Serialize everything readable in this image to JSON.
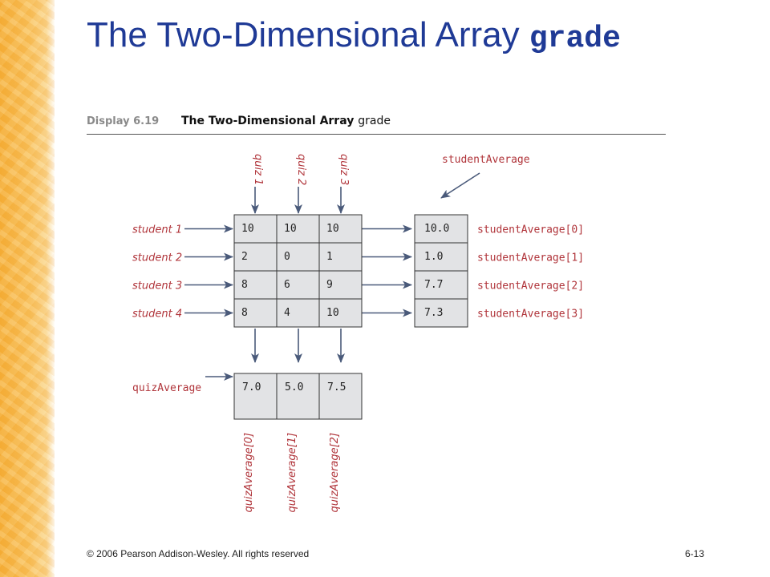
{
  "slide": {
    "title_text": "The Two-Dimensional Array ",
    "title_code": "grade",
    "footer_copyright": "© 2006 Pearson Addison-Wesley. All rights reserved",
    "page_number": "6-13"
  },
  "display": {
    "label": "Display 6.19",
    "title_text": "The Two-Dimensional Array ",
    "title_code": "grade"
  },
  "diagram": {
    "quiz_labels": [
      "quiz 1",
      "quiz 2",
      "quiz 3"
    ],
    "student_labels": [
      "student 1",
      "student 2",
      "student 3",
      "student 4"
    ],
    "grade": [
      [
        "10",
        "10",
        "10"
      ],
      [
        "2",
        "0",
        "1"
      ],
      [
        "8",
        "6",
        "9"
      ],
      [
        "8",
        "4",
        "10"
      ]
    ],
    "student_average_label": "studentAverage",
    "student_average": [
      "10.0",
      "1.0",
      "7.7",
      "7.3"
    ],
    "student_average_index_labels": [
      "studentAverage[0]",
      "studentAverage[1]",
      "studentAverage[2]",
      "studentAverage[3]"
    ],
    "quiz_average_label": "quizAverage",
    "quiz_average": [
      "7.0",
      "5.0",
      "7.5"
    ],
    "quiz_average_index_labels": [
      "quizAverage[0]",
      "quizAverage[1]",
      "quizAverage[2]"
    ],
    "colors": {
      "label_red": "#b0343a",
      "cell_fill": "#e2e3e5",
      "arrow": "#4a5a7a",
      "title_blue": "#1f3a96"
    }
  }
}
